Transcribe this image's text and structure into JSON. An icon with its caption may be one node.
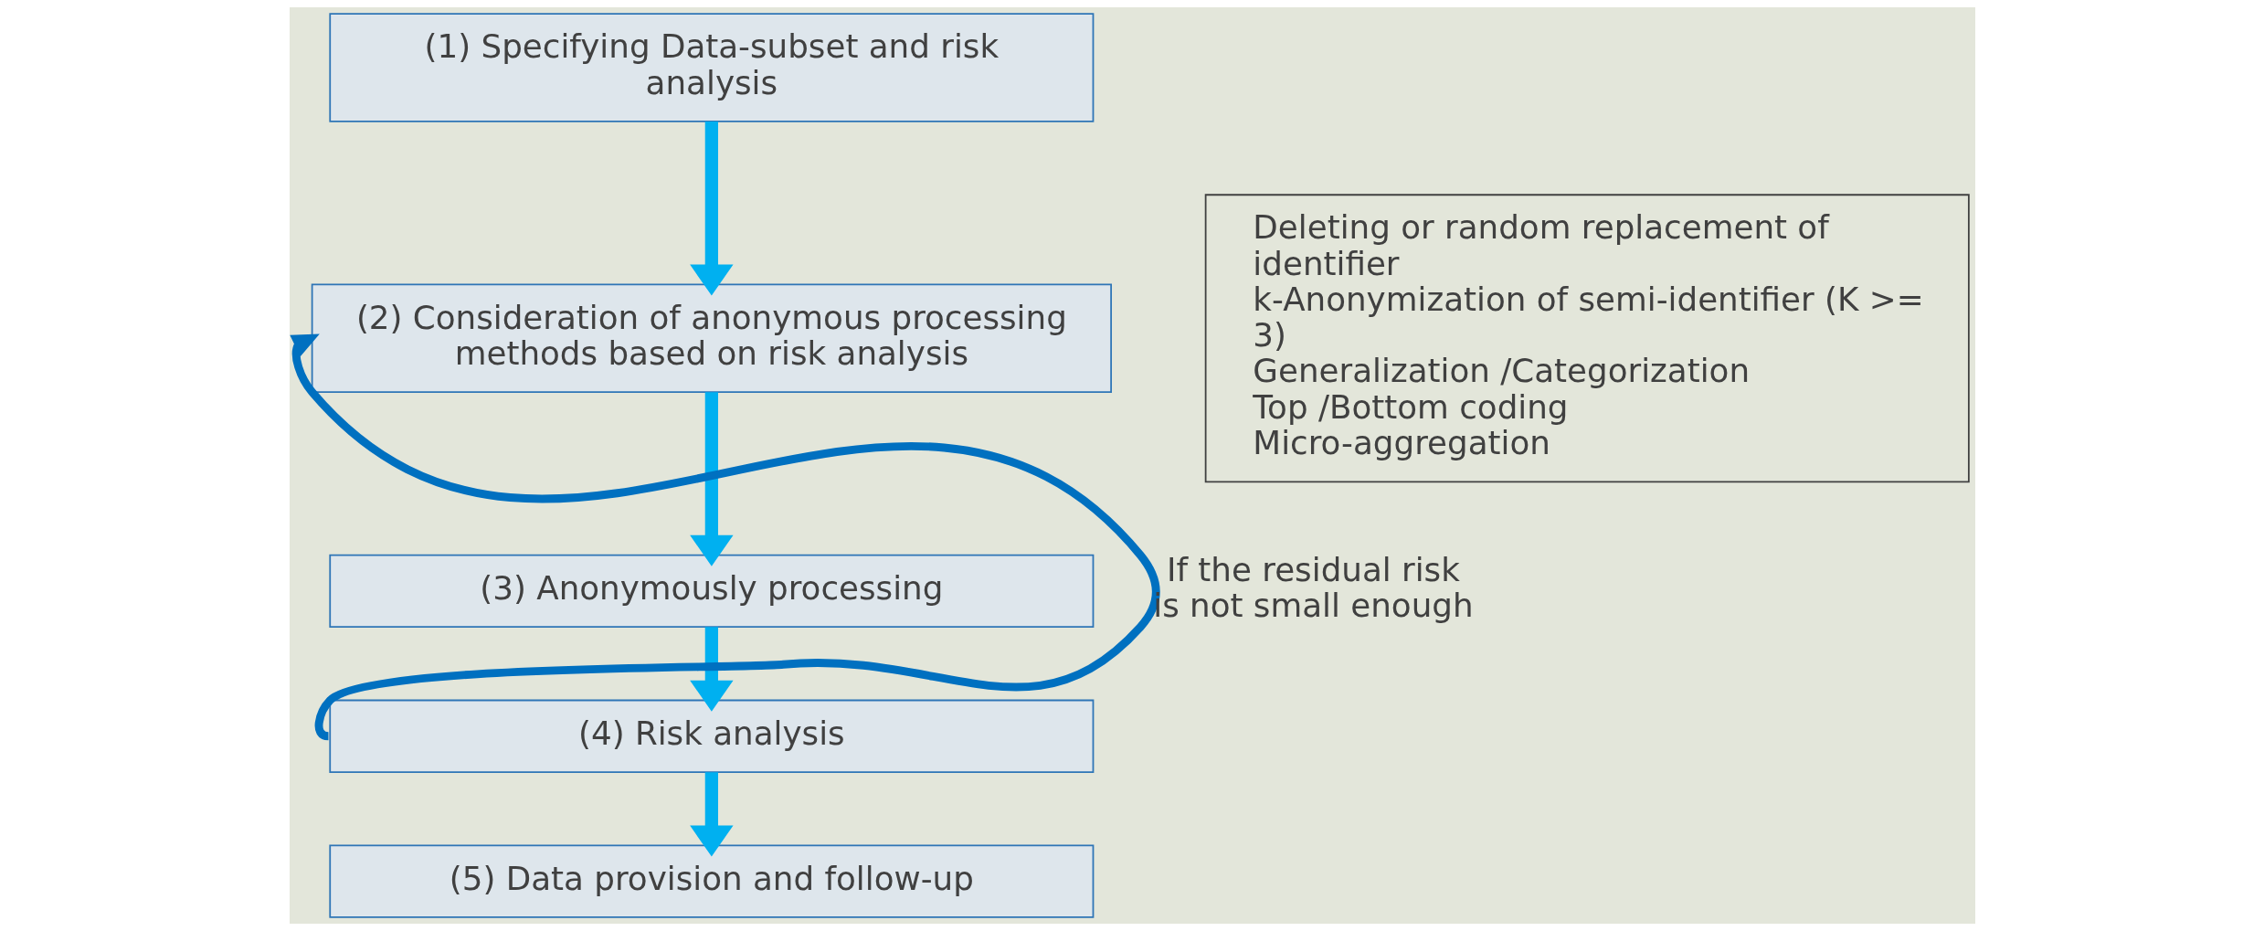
{
  "diagram": {
    "nodes": [
      {
        "text": [
          "(1) Specifying Data-subset and risk analysis"
        ]
      },
      {
        "text": [
          "(2) Consideration of anonymous processing methods based on risk analysis"
        ]
      },
      {
        "text": [
          "(3) Anonymously processing"
        ]
      },
      {
        "text": [
          "(4) Risk analysis"
        ]
      },
      {
        "text": [
          "(5) Data provision and follow-up"
        ]
      },
      {
        "text": [
          "Deleting or random replacement of identifier",
          "k-Anonymization of semi-identifier (K >= 3)",
          "Generalization /Categorization",
          "Top /Bottom coding",
          "Micro-aggregation"
        ]
      }
    ],
    "edges": [
      {
        "from": 0,
        "to": 1,
        "arrow": "to"
      },
      {
        "from": 1,
        "to": 2,
        "arrow": "to"
      },
      {
        "from": 2,
        "to": 3,
        "arrow": "to"
      },
      {
        "from": 3,
        "to": 4,
        "arrow": "to"
      },
      {
        "from": 3,
        "to": 1,
        "arrow": "to",
        "label": "If the residual risk is not small enough",
        "color": "#0070c0"
      }
    ]
  }
}
